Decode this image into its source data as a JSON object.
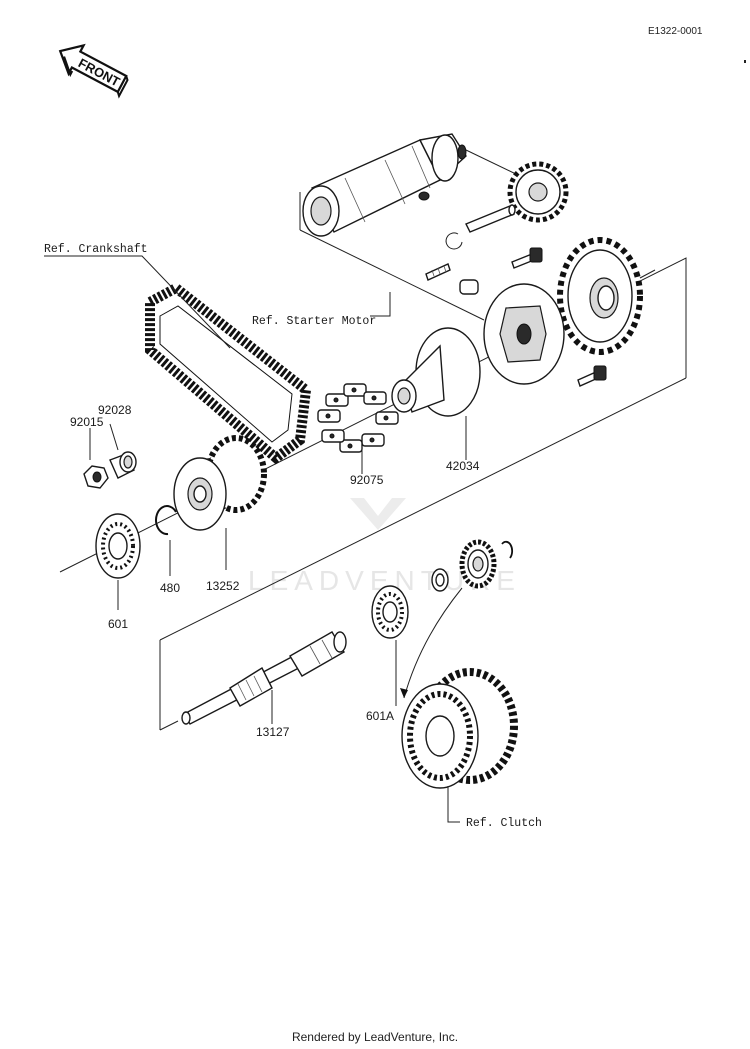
{
  "diagram_code": "E1322-0001",
  "front_arrow_label": "FRONT",
  "watermark": "LEADVENTURE",
  "references": {
    "crankshaft": "Ref. Crankshaft",
    "starter_motor": "Ref. Starter Motor",
    "clutch": "Ref. Clutch"
  },
  "part_numbers": {
    "p92028": "92028",
    "p92015": "92015",
    "p92075": "92075",
    "p42034": "42034",
    "p13252": "13252",
    "p480": "480",
    "p601": "601",
    "p601a": "601A",
    "p13127": "13127"
  },
  "footer": "Rendered by LeadVenture, Inc."
}
